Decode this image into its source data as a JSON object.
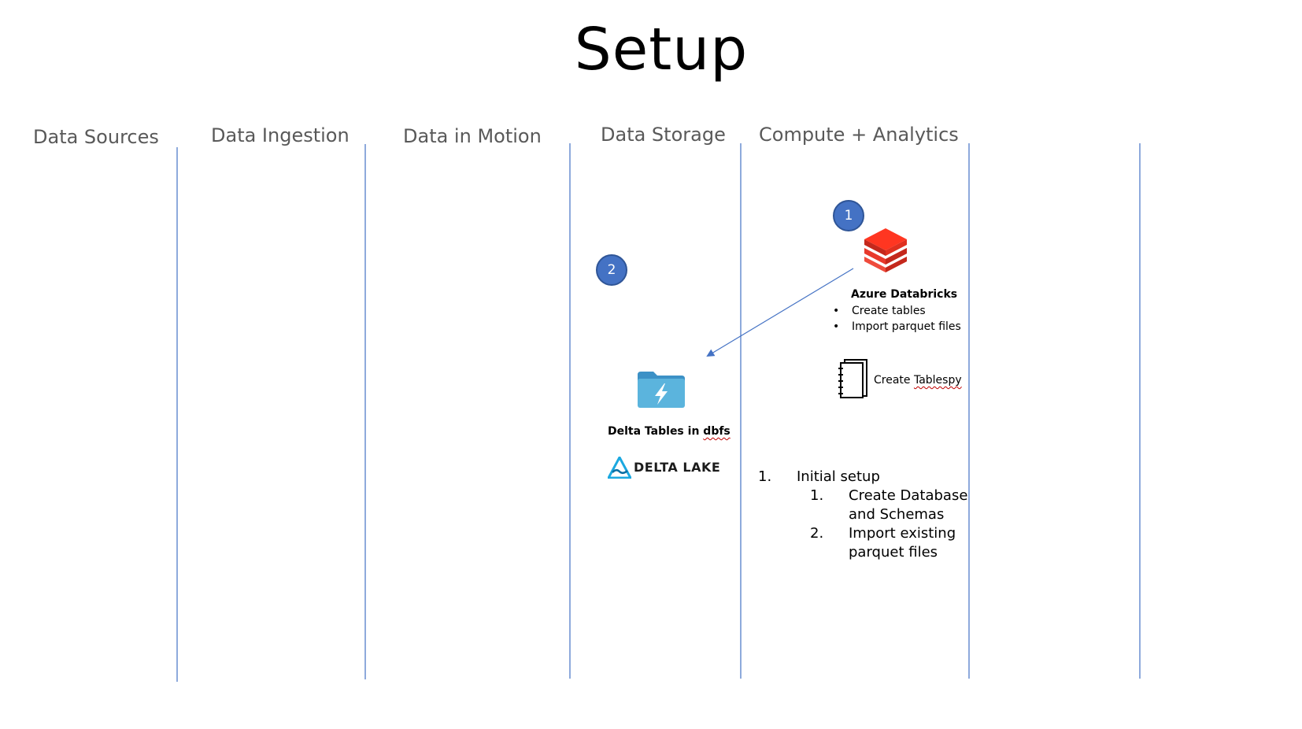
{
  "title": "Setup",
  "lanes": [
    {
      "label": "Data Sources"
    },
    {
      "label": "Data Ingestion"
    },
    {
      "label": "Data in Motion"
    },
    {
      "label": "Data Storage"
    },
    {
      "label": "Compute + Analytics"
    }
  ],
  "badges": {
    "step1": "1",
    "step2": "2"
  },
  "databricks": {
    "title": "Azure Databricks",
    "bullets": [
      "Create tables",
      "Import parquet files"
    ]
  },
  "notebook": {
    "label_prefix": "Create ",
    "label_flagged": "Tablespy"
  },
  "delta_tables": {
    "label_prefix": "Delta Tables in ",
    "label_flagged": "dbfs"
  },
  "delta_lake": {
    "logo_text": "DELTA LAKE"
  },
  "setup_steps": {
    "main_num": "1.",
    "main_text": "Initial setup",
    "sub": [
      {
        "num": "1.",
        "line1": "Create Database",
        "line2": "and Schemas"
      },
      {
        "num": "2.",
        "line1": "Import existing",
        "line2": "parquet files"
      }
    ]
  },
  "colors": {
    "lane_line": "#4472c4",
    "badge": "#4472c4",
    "arrow": "#4472c4",
    "databricks_red": "#e8392c",
    "folder_blue": "#5bb4dd",
    "delta_blue": "#1ba8e0"
  }
}
